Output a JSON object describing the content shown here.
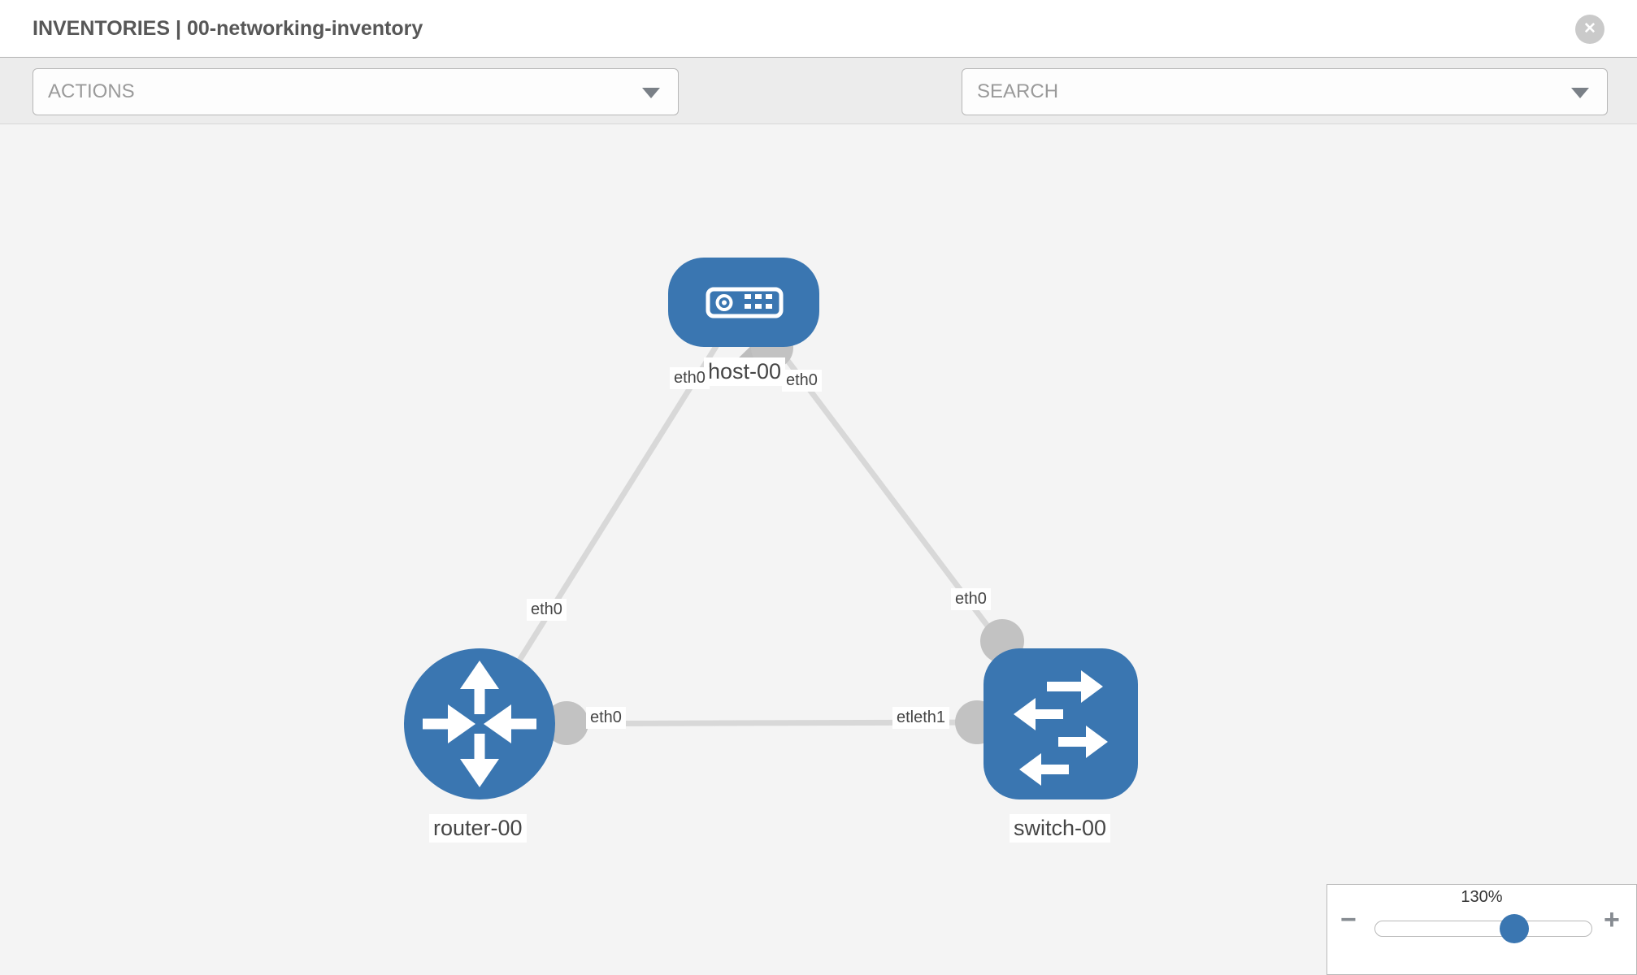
{
  "header": {
    "breadcrumb": "INVENTORIES",
    "separator": "|",
    "inventory_name": "00-networking-inventory",
    "close_glyph": "✕"
  },
  "toolbar": {
    "actions_label": "ACTIONS",
    "search_label": "SEARCH",
    "icons": [
      "wrench-icon",
      "key-icon"
    ]
  },
  "topology": {
    "nodes": [
      {
        "id": "host-00",
        "type": "host",
        "label": "host-00"
      },
      {
        "id": "router-00",
        "type": "router",
        "label": "router-00"
      },
      {
        "id": "switch-00",
        "type": "switch",
        "label": "switch-00"
      }
    ],
    "links": [
      {
        "from": "host-00",
        "to": "router-00",
        "from_label": "eth0",
        "to_label": "eth0"
      },
      {
        "from": "host-00",
        "to": "switch-00",
        "from_label": "eth0",
        "to_label": "eth0"
      },
      {
        "from": "router-00",
        "to": "switch-00",
        "from_label": "eth0",
        "to_label": "etleth1"
      }
    ]
  },
  "zoom_control": {
    "level": "130%",
    "minus_glyph": "−",
    "plus_glyph": "+"
  },
  "colors": {
    "node_blue": "#3a76b1",
    "link_gray": "#d8d8d8",
    "interface_gray": "#c2c2c2",
    "toolbar_bg": "#ececec",
    "canvas_bg": "#f4f4f4",
    "icon_gray": "#82878e"
  }
}
